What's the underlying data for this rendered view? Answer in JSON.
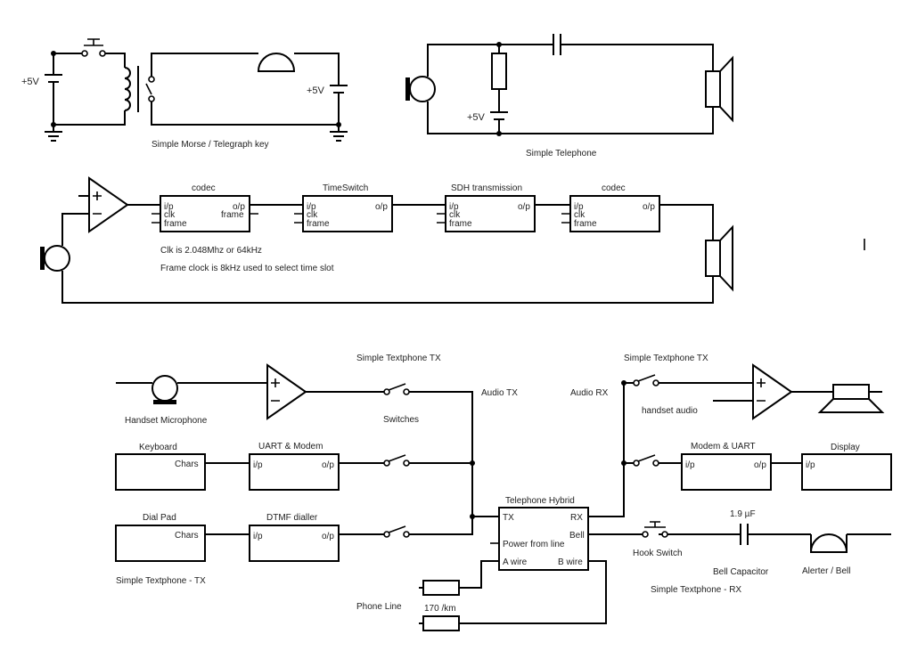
{
  "morse": {
    "caption": "Simple Morse / Telegraph key",
    "supply_left": "+5V",
    "supply_right": "+5V"
  },
  "telephone": {
    "caption": "Simple Telephone",
    "supply": "+5V"
  },
  "digital": {
    "codec1": {
      "title": "codec",
      "in": "i/p",
      "clk": "clk",
      "frame": "frame",
      "out": "o/p",
      "out_frame": "frame"
    },
    "timeswitch": {
      "title": "TimeSwitch",
      "in": "i/p",
      "clk": "clk",
      "frame": "frame",
      "out": "o/p"
    },
    "sdh": {
      "title": "SDH transmission",
      "in": "i/p",
      "clk": "clk",
      "frame": "frame",
      "out": "o/p"
    },
    "codec2": {
      "title": "codec",
      "in": "i/p",
      "clk": "clk",
      "frame": "frame",
      "out": "o/p"
    },
    "note1": "Clk is 2.048Mhz or 64kHz",
    "note2": "Frame clock is 8kHz used to select time slot"
  },
  "textphone_tx": {
    "title": "Simple Textphone  TX",
    "mic_label": "Handset Microphone",
    "switches_label": "Switches",
    "audio_tx": "Audio TX",
    "keyboard": {
      "title": "Keyboard",
      "out": "Chars"
    },
    "uart": {
      "title": "UART & Modem",
      "in": "i/p",
      "out": "o/p"
    },
    "dialpad": {
      "title": "Dial Pad",
      "out": "Chars"
    },
    "dtmf": {
      "title": "DTMF dialler",
      "in": "i/p",
      "out": "o/p"
    },
    "caption": "Simple Textphone - TX"
  },
  "hybrid": {
    "title": "Telephone Hybrid",
    "tx": "TX",
    "rx": "RX",
    "bell": "Bell",
    "power": "Power from line",
    "a_wire": "A wire",
    "b_wire": "B wire"
  },
  "line": {
    "phone_line": "Phone Line",
    "resistance": "170 /km"
  },
  "textphone_rx": {
    "title": "Simple Textphone  TX",
    "audio_rx": "Audio RX",
    "handset_audio": "handset audio",
    "modem": {
      "title": "Modem & UART",
      "in": "i/p",
      "out": "o/p"
    },
    "display": {
      "title": "Display",
      "in": "i/p"
    },
    "capacitance": "1.9 µF",
    "hook_switch": "Hook Switch",
    "bell_capacitor": "Bell Capacitor",
    "alerter": "Alerter / Bell",
    "caption": "Simple Textphone - RX"
  }
}
